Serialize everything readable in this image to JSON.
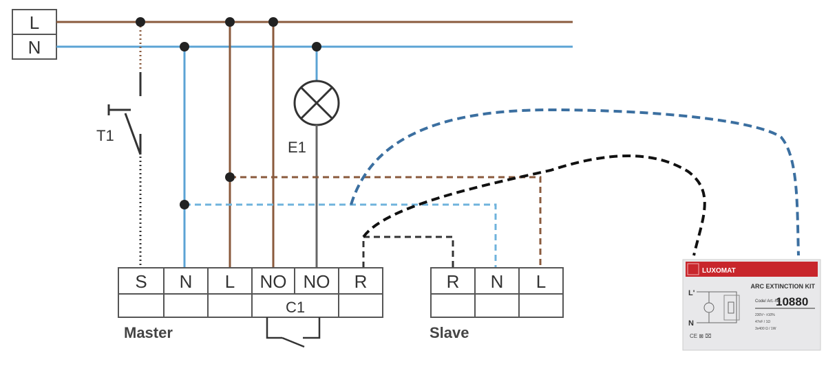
{
  "bus": {
    "l_label": "L",
    "n_label": "N"
  },
  "switch_label": "T1",
  "lamp_label": "E1",
  "master": {
    "label": "Master",
    "terminals": [
      "S",
      "N",
      "L",
      "NO",
      "NO",
      "R"
    ],
    "contact_label": "C1"
  },
  "slave": {
    "label": "Slave",
    "terminals": [
      "R",
      "N",
      "L"
    ]
  },
  "kit": {
    "brand": "LUXOMAT",
    "title": "ARC EXTINCTION KIT",
    "code_label": "Code/ Art.-No.",
    "code": "10880",
    "specs": [
      "230V~ ±10%",
      "47nF / 1Ω",
      "3x400 Ω / 1W"
    ],
    "terminal_l": "L'",
    "terminal_n": "N"
  },
  "colors": {
    "live": "#8a5a3c",
    "neutral": "#5ba3d4",
    "blue_dash": "#3b6fa0",
    "black": "#222222",
    "kit_red": "#c8262c"
  }
}
